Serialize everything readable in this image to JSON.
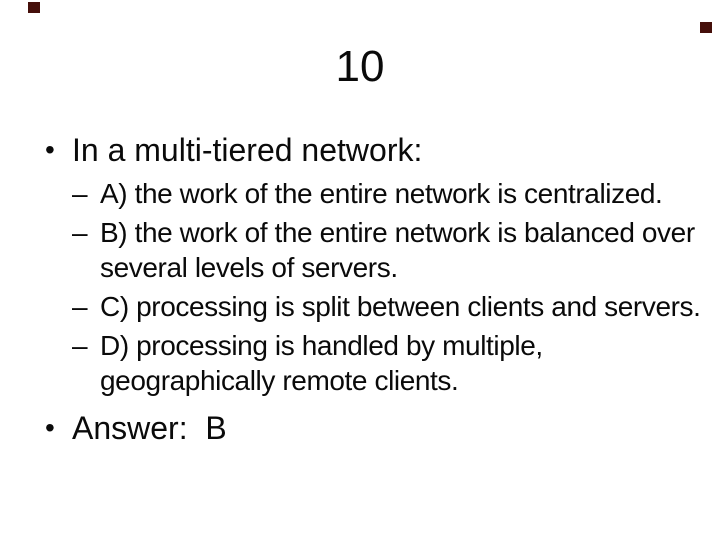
{
  "slide": {
    "title": "10",
    "question": {
      "marker": "•",
      "text": "In a multi-tiered network:",
      "options": [
        {
          "marker": "–",
          "label": "A",
          "full_text": "A) the work of the entire network is centralized.",
          "lines": [
            "A) the work of the entire network is centralized."
          ]
        },
        {
          "marker": "–",
          "label": "B",
          "full_text": "B) the work of the entire network is balanced over several levels of servers.",
          "lines": [
            "B) the work of the entire network is balanced over",
            "several levels of servers."
          ]
        },
        {
          "marker": "–",
          "label": "C",
          "full_text": "C) processing is split between clients and servers.",
          "lines": [
            "C) processing is split between clients and servers."
          ]
        },
        {
          "marker": "–",
          "label": "D",
          "full_text": "D) processing is handled by multiple, geographically remote clients.",
          "lines": [
            "D) processing is handled by multiple,",
            "geographically remote clients."
          ]
        }
      ]
    },
    "answer": {
      "marker": "•",
      "text": "Answer:  B"
    },
    "colors": {
      "background": "#ffffff",
      "text": "#0a0a0a",
      "watermark": "#450f0a"
    }
  }
}
